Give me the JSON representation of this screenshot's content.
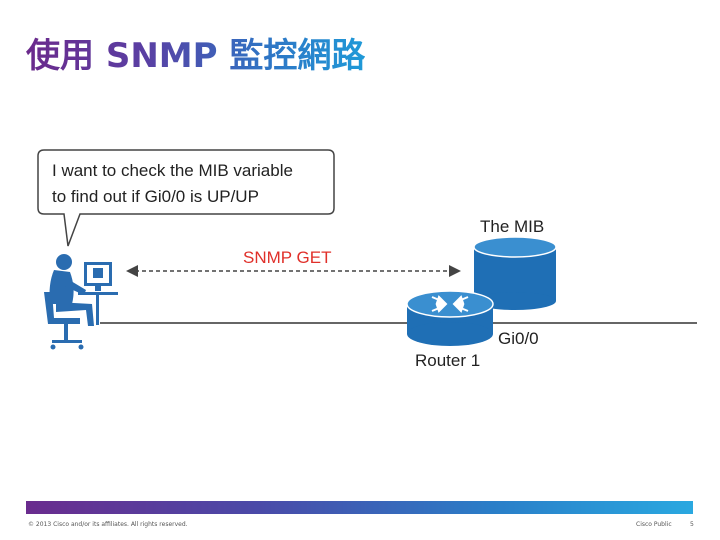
{
  "slide": {
    "title": "使用 SNMP 監控網路"
  },
  "diagram": {
    "speech_line1": "I want to check the MIB variable",
    "speech_line2": "to find out if Gi0/0 is UP/UP",
    "snmp_label": "SNMP GET",
    "mib_label": "The MIB",
    "router_label": "Router 1",
    "interface_label": "Gi0/0"
  },
  "footer": {
    "copyright": "© 2013 Cisco and/or its affiliates. All rights reserved.",
    "classification": "Cisco Public",
    "page_number": "5"
  },
  "colors": {
    "accent_red": "#e0302a",
    "device_blue": "#1f6fb5",
    "device_top": "#3a8fd0"
  }
}
